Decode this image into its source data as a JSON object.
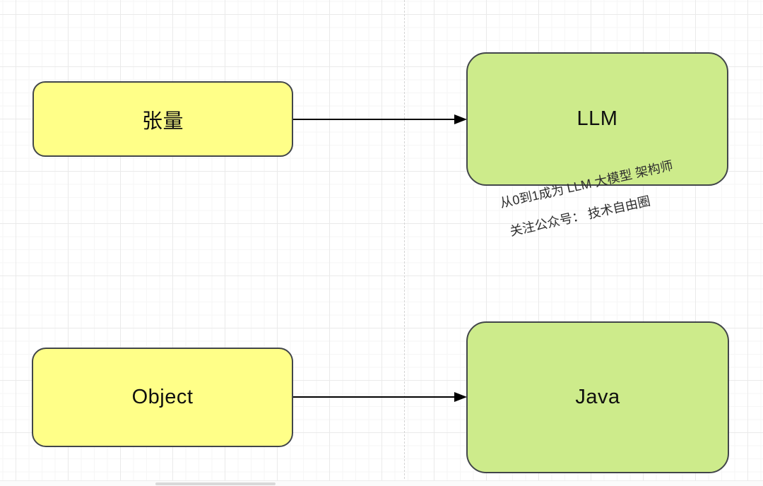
{
  "diagram": {
    "nodes": [
      {
        "id": "tensor",
        "label": "张量",
        "fill": "#FFFF88"
      },
      {
        "id": "llm",
        "label": "LLM",
        "fill": "#CDEB8B"
      },
      {
        "id": "object",
        "label": "Object",
        "fill": "#FFFF88"
      },
      {
        "id": "java",
        "label": "Java",
        "fill": "#CDEB8B"
      }
    ],
    "edges": [
      {
        "from": "tensor",
        "to": "llm"
      },
      {
        "from": "object",
        "to": "java"
      }
    ],
    "watermarks": [
      {
        "text": "从0到1成为 LLM 大模型 架构师"
      },
      {
        "text": "关注公众号： 技术自由圈"
      }
    ],
    "colors": {
      "node_yellow_fill": "#FFFF88",
      "node_green_fill": "#CDEB8B",
      "node_border": "#42464a",
      "edge_stroke": "#000000",
      "watermark_text": "#2e2e2e",
      "grid_major": "#eaeaea",
      "grid_minor": "#f6f6f6",
      "page_boundary_dash": "#d4d4d4",
      "scrollbar_thumb": "#d9d9d9"
    }
  }
}
